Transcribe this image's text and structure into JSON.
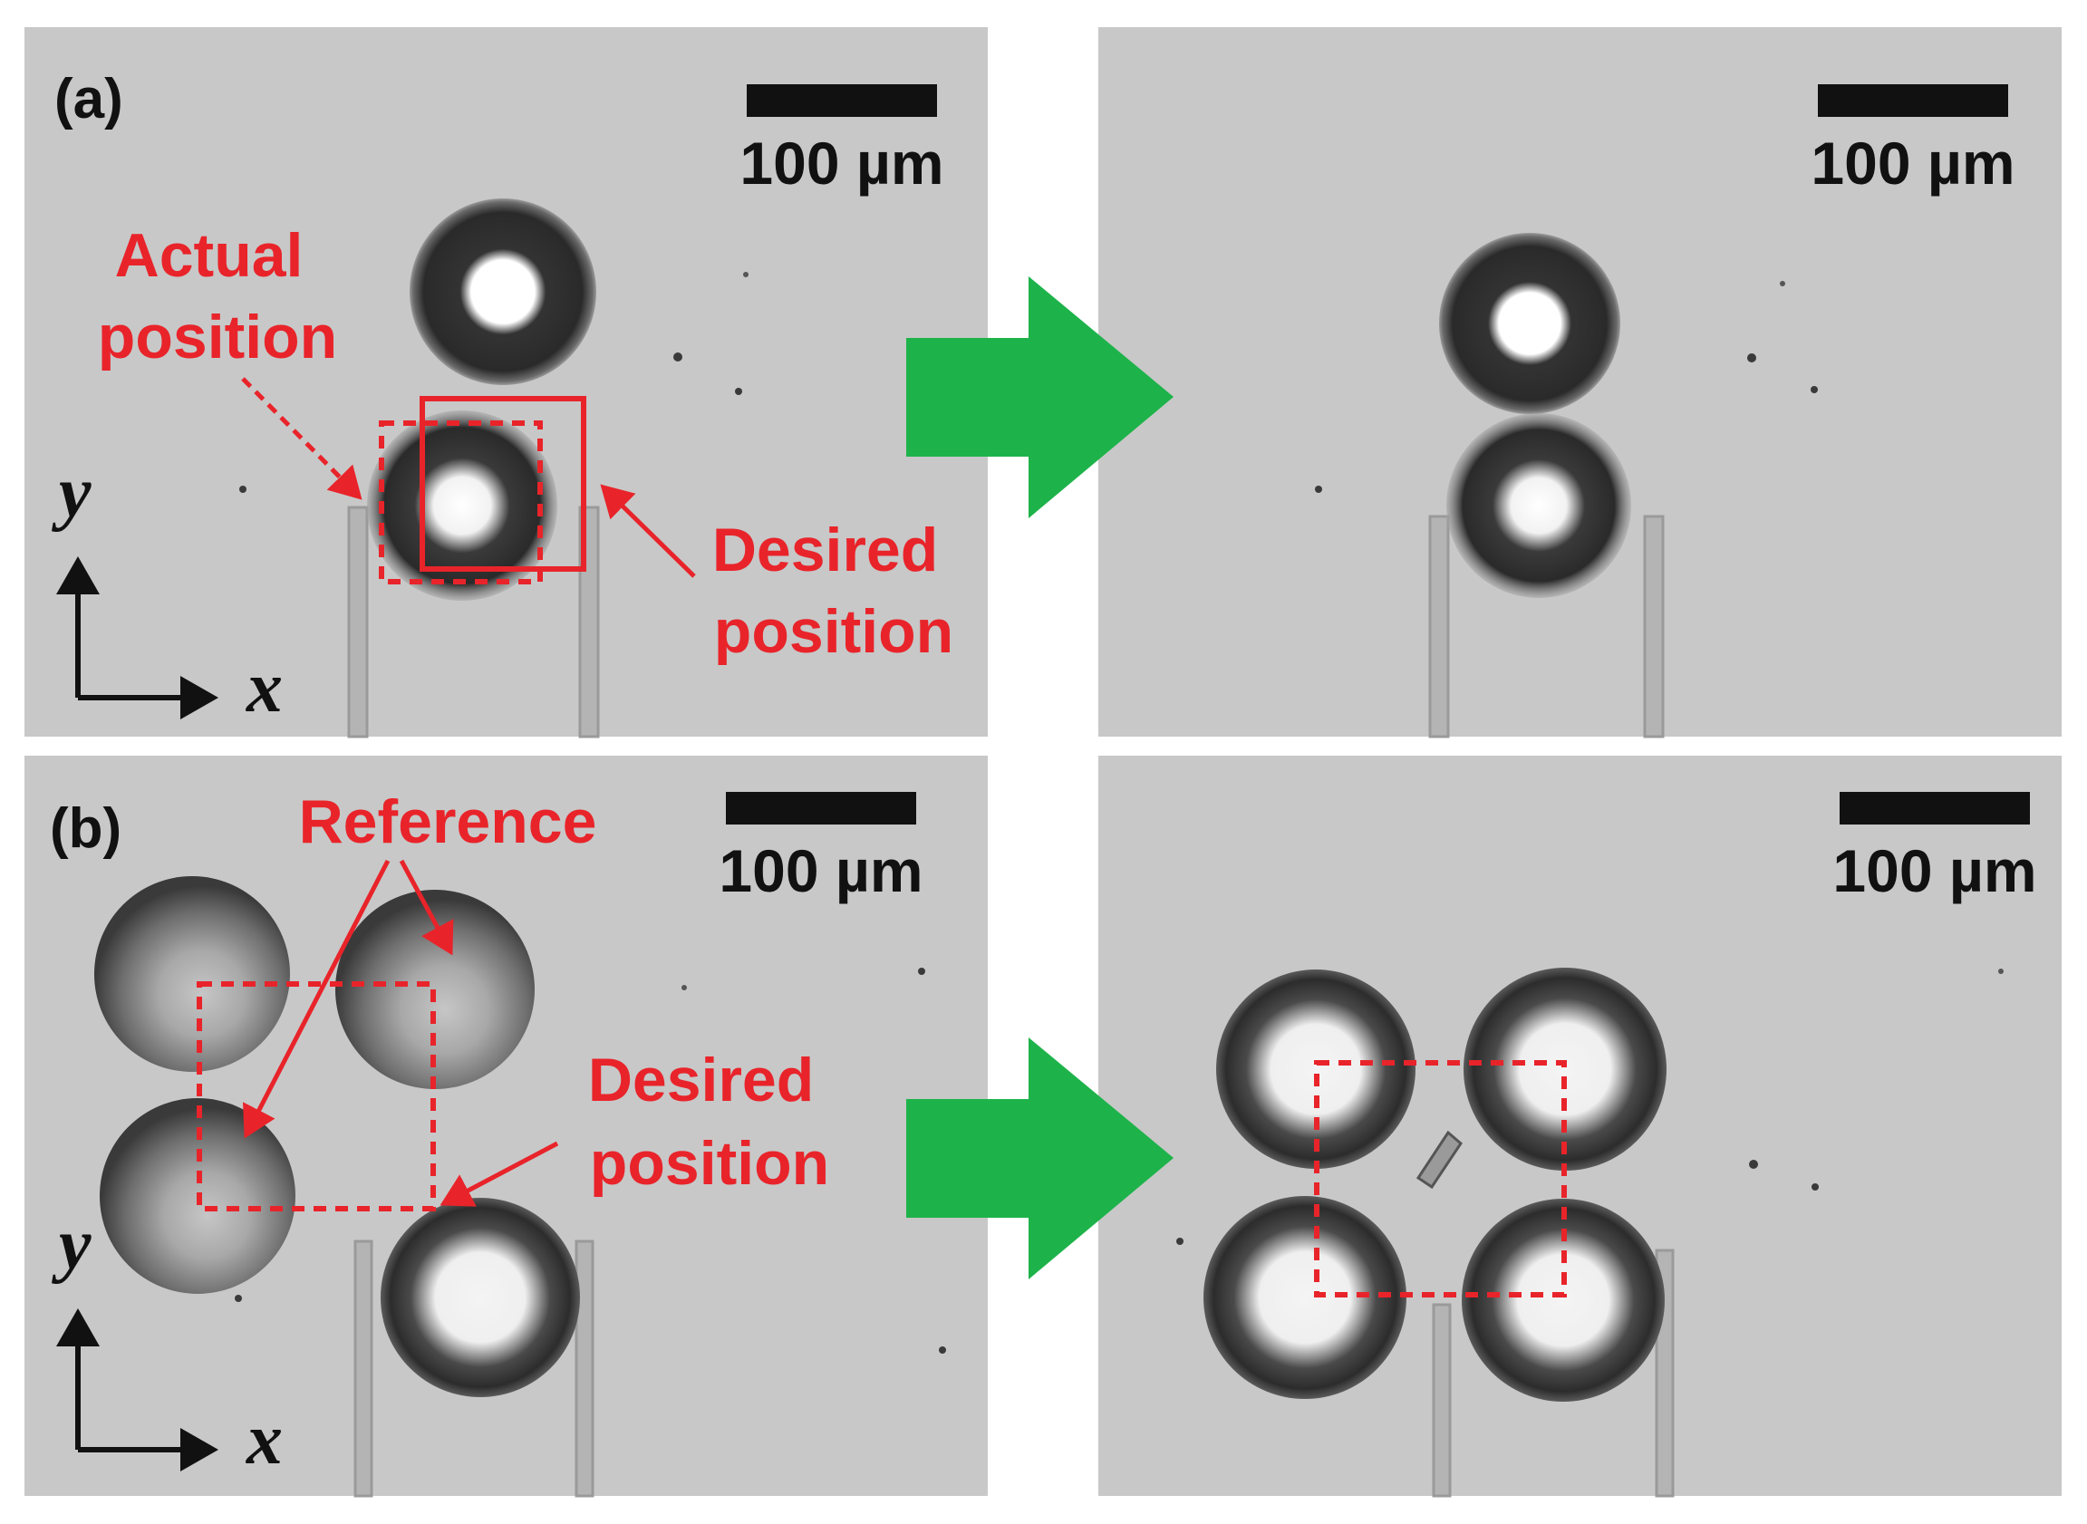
{
  "panels": {
    "a": {
      "label": "(a)"
    },
    "b": {
      "label": "(b)"
    }
  },
  "scale_bar": {
    "text": "100 µm"
  },
  "annotations": {
    "actual_position": [
      "Actual",
      "position"
    ],
    "desired_position": [
      "Desired",
      "position"
    ],
    "reference": "Reference"
  },
  "axes": {
    "x": "x",
    "y": "y"
  },
  "colors": {
    "annotation_red": "#e8242a",
    "transition_arrow_green": "#1db34a",
    "image_background_gray": "#c8c8c8"
  }
}
